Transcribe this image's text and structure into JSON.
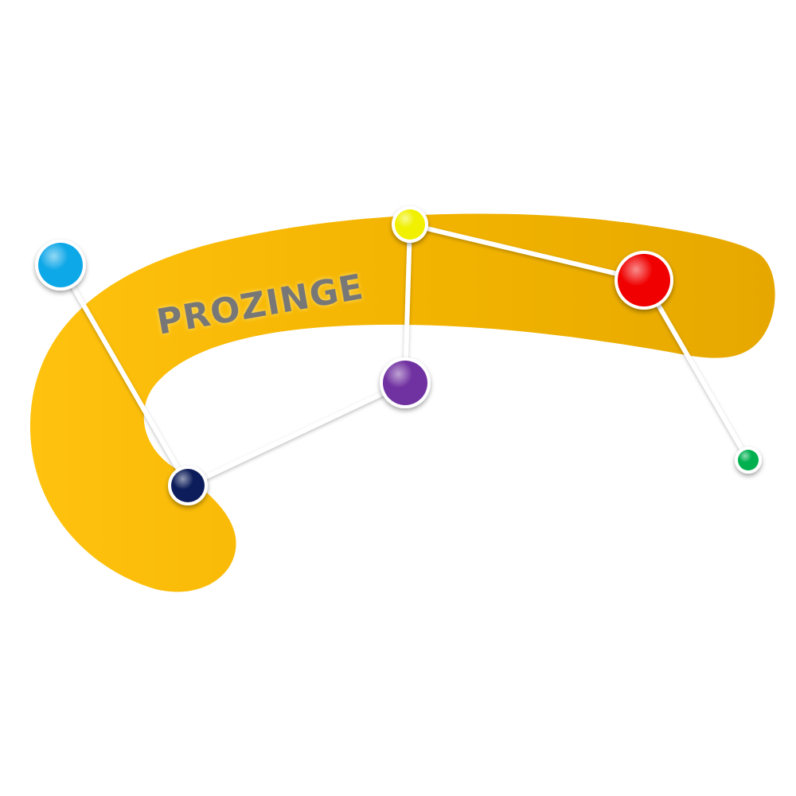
{
  "logo": {
    "wordmark": "PROZINGE",
    "colors": {
      "band": "#F6B400",
      "band_highlight": "#FFC81A",
      "band_shadow": "#E3A300",
      "wordmark": "#777777",
      "wordmark_glow": "#FFE680",
      "link": "#FFFFFF",
      "node_outline": "#FFFFFF"
    },
    "nodes": [
      {
        "name": "blue",
        "color": "#10A8E8"
      },
      {
        "name": "navy",
        "color": "#0E1E5A"
      },
      {
        "name": "purple",
        "color": "#7030A0"
      },
      {
        "name": "yellow",
        "color": "#F0F000"
      },
      {
        "name": "red",
        "color": "#F00000"
      },
      {
        "name": "green",
        "color": "#00B050"
      }
    ]
  }
}
